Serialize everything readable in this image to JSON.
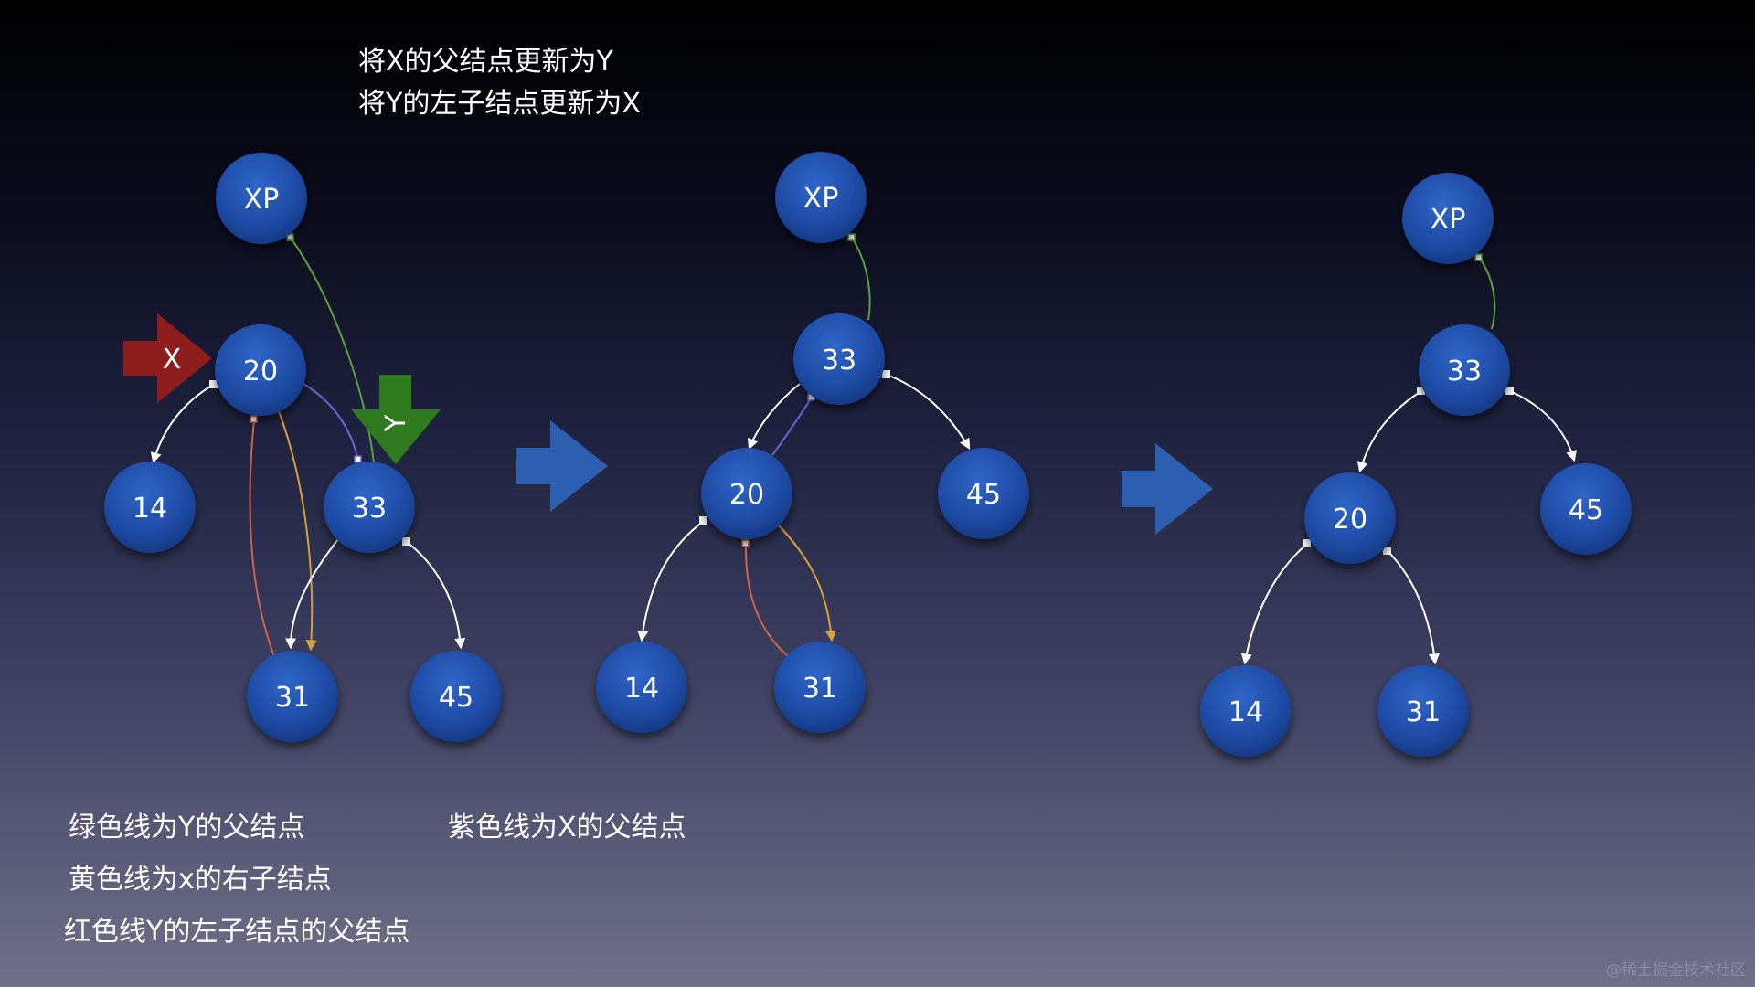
{
  "steps": [
    "将X的父结点更新为Y",
    "将Y的左子结点更新为X"
  ],
  "legend": {
    "green": "绿色线为Y的父结点",
    "purple": "紫色线为X的父结点",
    "yellow": "黄色线为x的右子结点",
    "red": "红色线Y的左子结点的父结点"
  },
  "markers": {
    "x": "X",
    "y": "Y"
  },
  "colors": {
    "node": "#1e4aa3",
    "green_line": "#5aa03c",
    "purple_line": "#6f63d6",
    "yellow_line": "#d6a03a",
    "red_line": "#d0624a",
    "x_arrow": "#8e1e1e",
    "y_arrow": "#2f7a1f",
    "step_arrow": "#2d5fb0"
  },
  "panels": [
    {
      "nodes": [
        "XP",
        "20",
        "14",
        "33",
        "31",
        "45"
      ]
    },
    {
      "nodes": [
        "XP",
        "33",
        "20",
        "45",
        "14",
        "31"
      ]
    },
    {
      "nodes": [
        "XP",
        "33",
        "20",
        "45",
        "14",
        "31"
      ]
    }
  ],
  "watermark": "@稀土掘金技术社区"
}
